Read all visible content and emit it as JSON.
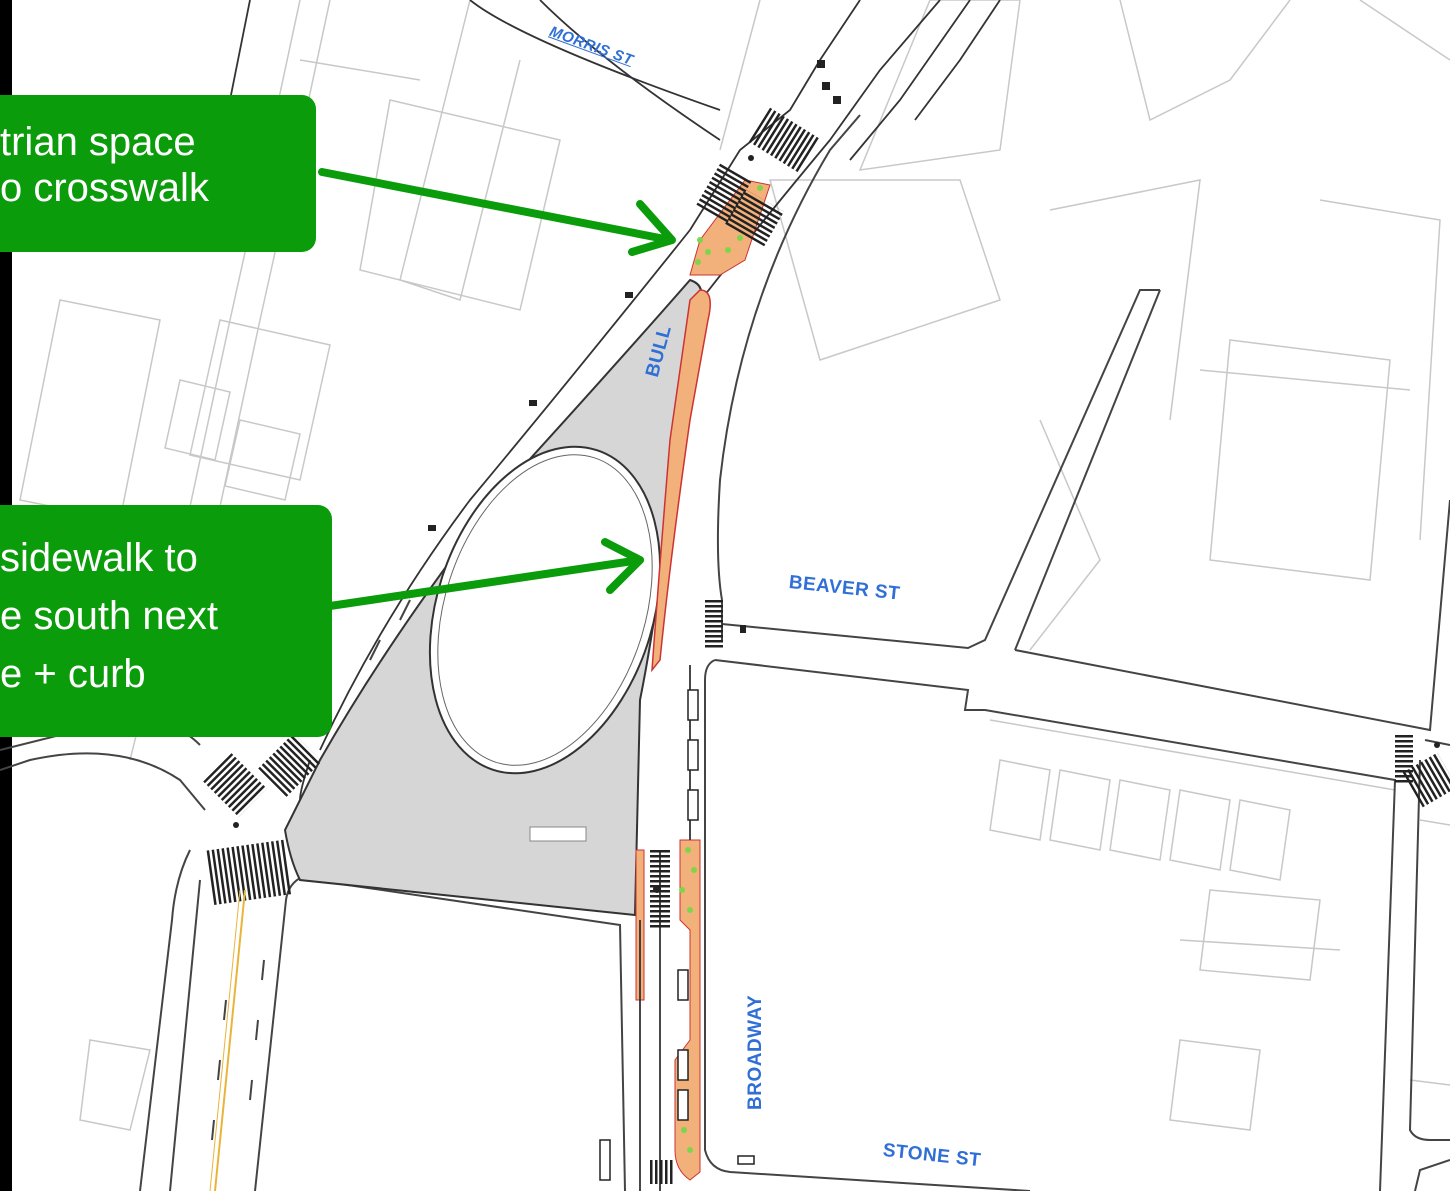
{
  "streets": {
    "morris": "MORRIS ST",
    "bull": "BULL",
    "beaver": "BEAVER ST",
    "broadway": "BROADWAY",
    "stone": "STONE ST"
  },
  "callouts": {
    "top": {
      "line1": "trian space",
      "line2": "o crosswalk"
    },
    "middle": {
      "line1": "sidewalk to",
      "line2": "e south next",
      "line3": "e + curb"
    }
  },
  "colors": {
    "callout_bg": "#0a9c0a",
    "arrow": "#0a9c0a",
    "plaza_fill": "#d6d6d6",
    "sidewalk_extension": "#f2b07a",
    "planting": "#7cd64a",
    "street_label": "#2f6fd6"
  },
  "icons": {
    "arrow": "green-arrow",
    "crosswalk": "zebra-crosswalk",
    "plaza": "pedestrian-plaza"
  }
}
